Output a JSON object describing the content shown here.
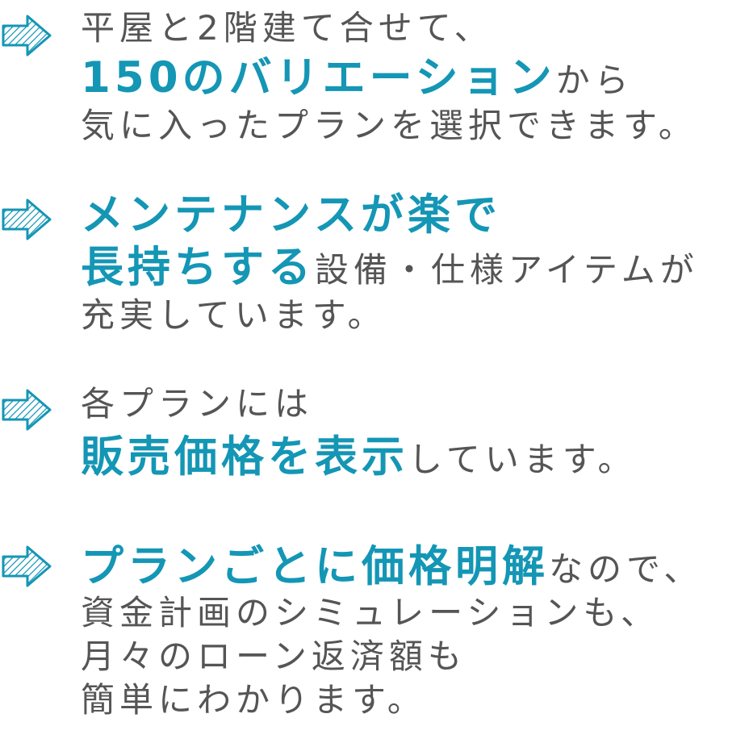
{
  "colors": {
    "accent": "#1496b5",
    "text": "#555555"
  },
  "icons": [
    "hatched-arrow-icon"
  ],
  "items": [
    {
      "line1": "平屋と2階建て合せて、",
      "line2_accent": "150のバリエーション",
      "line2_tail": "から",
      "line3": "気に入ったプランを選択できます。"
    },
    {
      "line1_accent": "メンテナンスが楽で",
      "line2_accent": "長持ちする",
      "line2_tail": "設備・仕様アイテムが",
      "line3": "充実しています。"
    },
    {
      "line1": "各プランには",
      "line2_accent": "販売価格を表示",
      "line2_tail": "しています。"
    },
    {
      "line1_accent": "プランごとに価格明解",
      "line1_tail": "なので、",
      "line2": "資金計画のシミュレーションも、",
      "line3": "月々のローン返済額も",
      "line4": "簡単にわかります。"
    }
  ]
}
